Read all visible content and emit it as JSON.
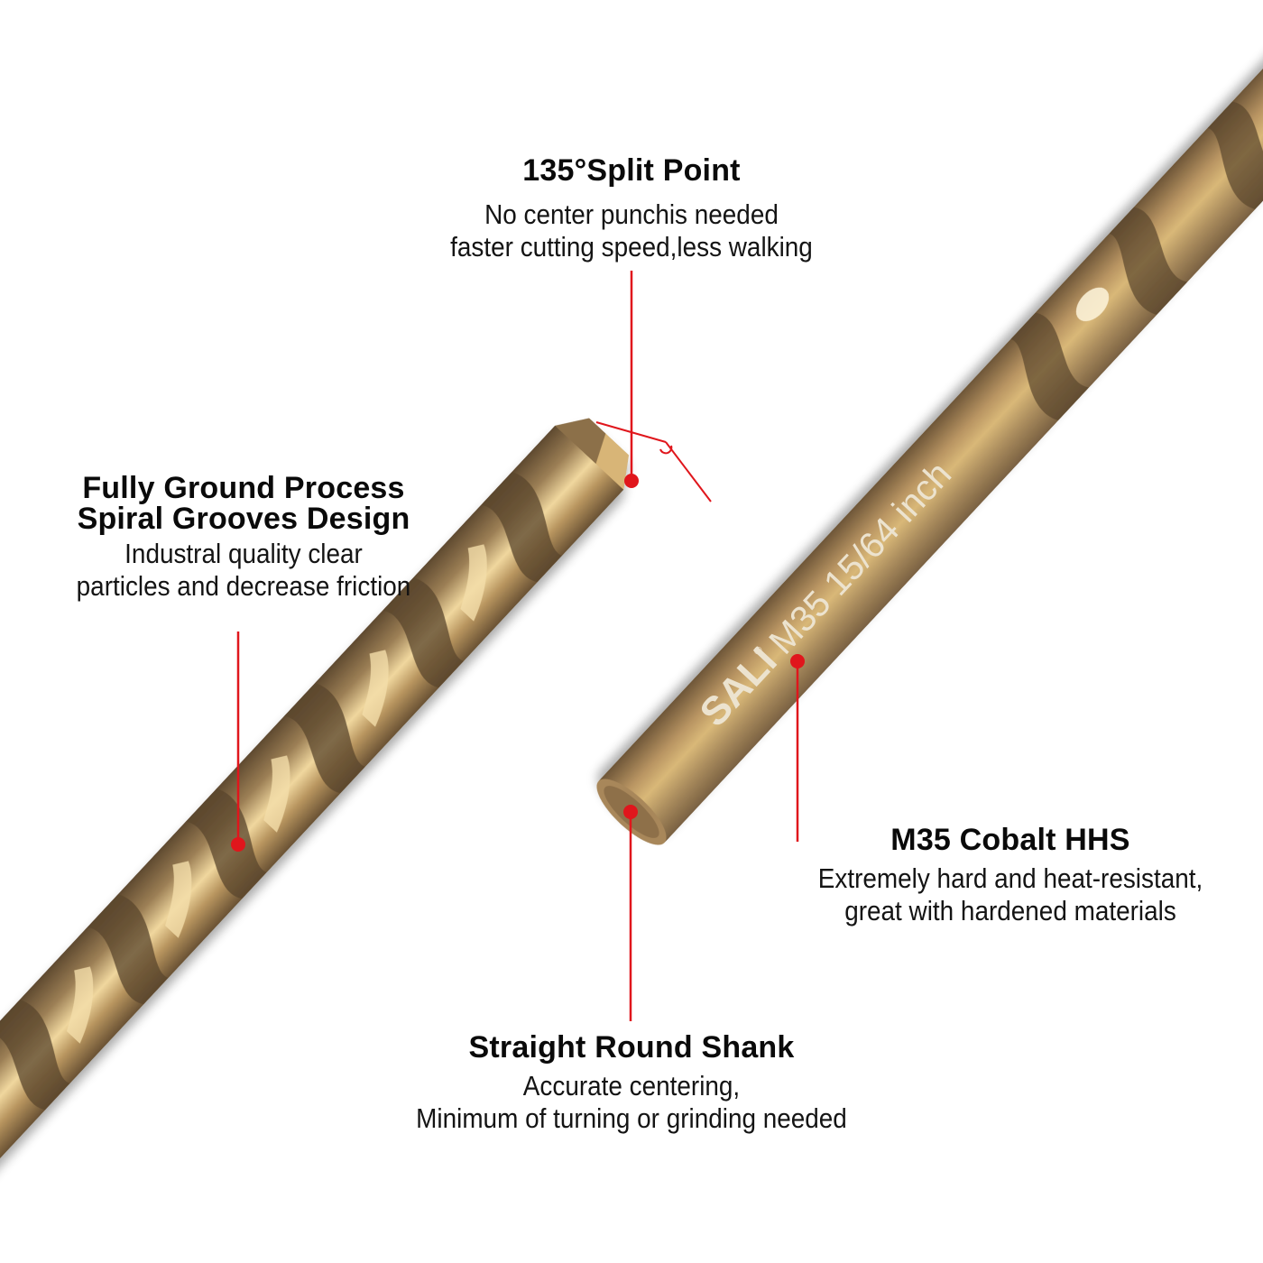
{
  "colors": {
    "background": "#ffffff",
    "callout_red": "#e0161c",
    "drill_gold_light": "#e9c98a",
    "drill_gold_mid": "#b89462",
    "drill_gold_dark": "#6e5638",
    "engraving": "#ece3cf"
  },
  "engraving": {
    "brand": "SALI",
    "registered_mark": "®",
    "spec": "M35 15/64 inch"
  },
  "callouts": {
    "split_point": {
      "title": "135°Split Point",
      "lines": [
        "No center punchis needed",
        "faster cutting speed,less walking"
      ]
    },
    "fully_ground": {
      "title_lines": [
        "Fully Ground Process",
        "Spiral Grooves Design"
      ],
      "lines": [
        "Industral quality clear",
        "particles and decrease friction"
      ]
    },
    "cobalt": {
      "title": "M35 Cobalt HHS",
      "lines": [
        "Extremely hard and heat-resistant,",
        "great with hardened materials"
      ]
    },
    "shank": {
      "title": "Straight Round Shank",
      "lines": [
        "Accurate centering,",
        "Minimum of turning or grinding needed"
      ]
    }
  }
}
